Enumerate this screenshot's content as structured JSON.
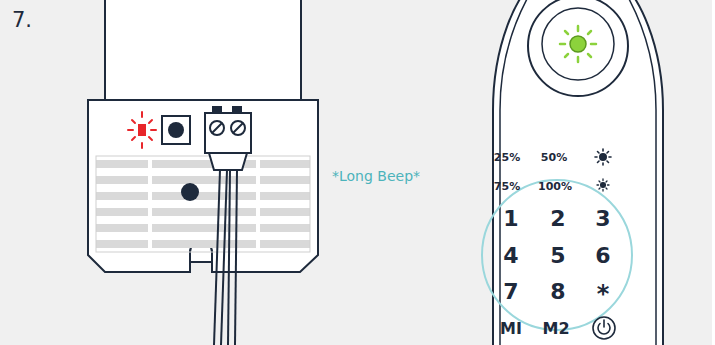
{
  "diagram": {
    "labels": [
      "7.",
      "*Long Beep*",
      "25%",
      "50%",
      "75%",
      "100%",
      "1",
      "2",
      "3",
      "4",
      "5",
      "6",
      "7",
      "8",
      "*",
      "MI",
      "M2"
    ]
  }
}
